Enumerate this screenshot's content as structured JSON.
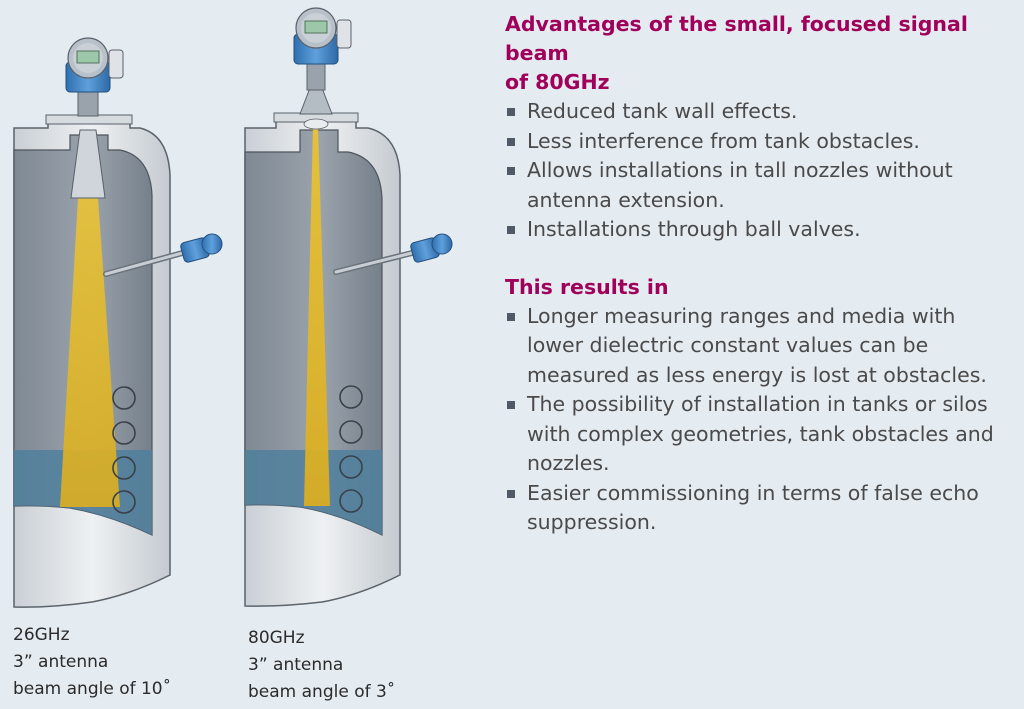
{
  "left_caption": {
    "line1": "26GHz",
    "line2": "3” antenna",
    "line3": "beam angle of 10˚"
  },
  "right_caption": {
    "line1": "80GHz",
    "line2": "3” antenna",
    "line3": "beam angle of 3˚"
  },
  "advantages": {
    "heading_line1": "Advantages of the small, focused signal beam",
    "heading_line2": "of 80GHz",
    "items": [
      {
        "lines": [
          "Reduced tank wall effects."
        ]
      },
      {
        "lines": [
          "Less interference from tank obstacles."
        ]
      },
      {
        "lines": [
          "Allows installations in tall nozzles without",
          "antenna extension."
        ]
      },
      {
        "lines": [
          "Installations through ball valves."
        ]
      }
    ]
  },
  "results": {
    "heading": "This results in",
    "items": [
      {
        "lines": [
          "Longer measuring ranges and media with",
          "lower dielectric constant values can be",
          "measured as less energy is lost at obstacles."
        ]
      },
      {
        "lines": [
          "The possibility of installation in tanks or silos",
          "with complex geometries, tank obstacles and",
          "nozzles."
        ]
      },
      {
        "lines": [
          "Easier commissioning in terms of false echo",
          "suppression."
        ]
      }
    ]
  },
  "colors": {
    "page_background": "#e4ebf1",
    "heading": "#a0005a",
    "body_text": "#4a4a4a",
    "tank_interior": "#8d97a1",
    "tank_wall": "#dfe3e7",
    "liquid": "#4f7f9c",
    "beam": "#e0b52a",
    "transmitter_housing": "#3e82c4"
  }
}
